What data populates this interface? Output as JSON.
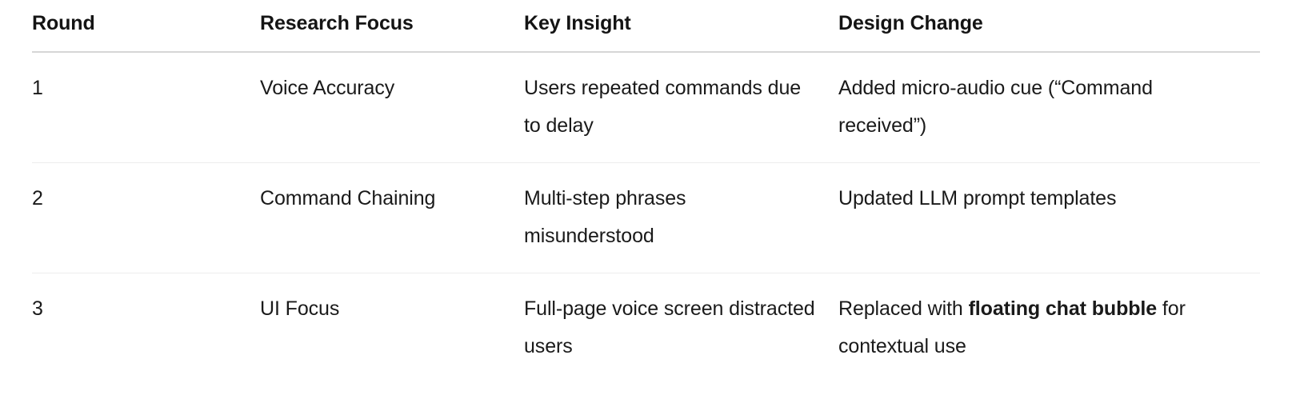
{
  "table": {
    "columns": [
      {
        "key": "round",
        "label": "Round"
      },
      {
        "key": "focus",
        "label": "Research Focus"
      },
      {
        "key": "insight",
        "label": "Key Insight"
      },
      {
        "key": "design",
        "label": "Design Change"
      }
    ],
    "rows": [
      {
        "round": "1",
        "focus": "Voice Accuracy",
        "insight": "Users repeated commands due to delay",
        "design_prefix": "Added micro-audio cue (“Command received”)",
        "design_strong": "",
        "design_suffix": ""
      },
      {
        "round": "2",
        "focus": "Command Chaining",
        "insight": "Multi-step phrases misunderstood",
        "design_prefix": "Updated LLM prompt templates",
        "design_strong": "",
        "design_suffix": ""
      },
      {
        "round": "3",
        "focus": "UI Focus",
        "insight": "Full-page voice screen distracted users",
        "design_prefix": "Replaced with ",
        "design_strong": "floating chat bubble",
        "design_suffix": " for contextual use"
      }
    ]
  },
  "colors": {
    "background": "#ffffff",
    "text": "#1a1a1a",
    "header_text": "#141414",
    "header_rule": "#d6d6d6",
    "row_rule": "#ededed"
  }
}
